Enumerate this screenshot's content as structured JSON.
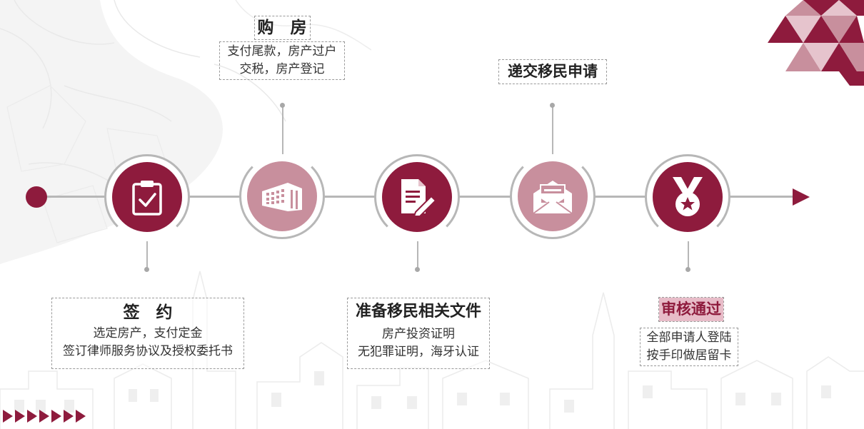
{
  "colors": {
    "dark": "#8e1b3d",
    "light": "#c88f9d",
    "line": "#b7b7b7",
    "highlight": "#e7bcc8"
  },
  "steps": [
    {
      "icon": "clipboard-check-icon",
      "title": "签　约",
      "lines": [
        "选定房产，支付定金",
        "签订律师服务协议及授权委托书"
      ]
    },
    {
      "icon": "building-icon",
      "title": "购　房",
      "lines": [
        "支付尾款，房产过户",
        "交税，房产登记"
      ]
    },
    {
      "icon": "document-pen-icon",
      "title": "准备移民相关文件",
      "lines": [
        "房产投资证明",
        "无犯罪证明，海牙认证"
      ]
    },
    {
      "icon": "envelope-letter-icon",
      "title": "递交移民申请",
      "lines": []
    },
    {
      "icon": "medal-star-icon",
      "title": "审核通过",
      "lines": [
        "全部申请人登陆",
        "按手印做居留卡"
      ]
    }
  ]
}
